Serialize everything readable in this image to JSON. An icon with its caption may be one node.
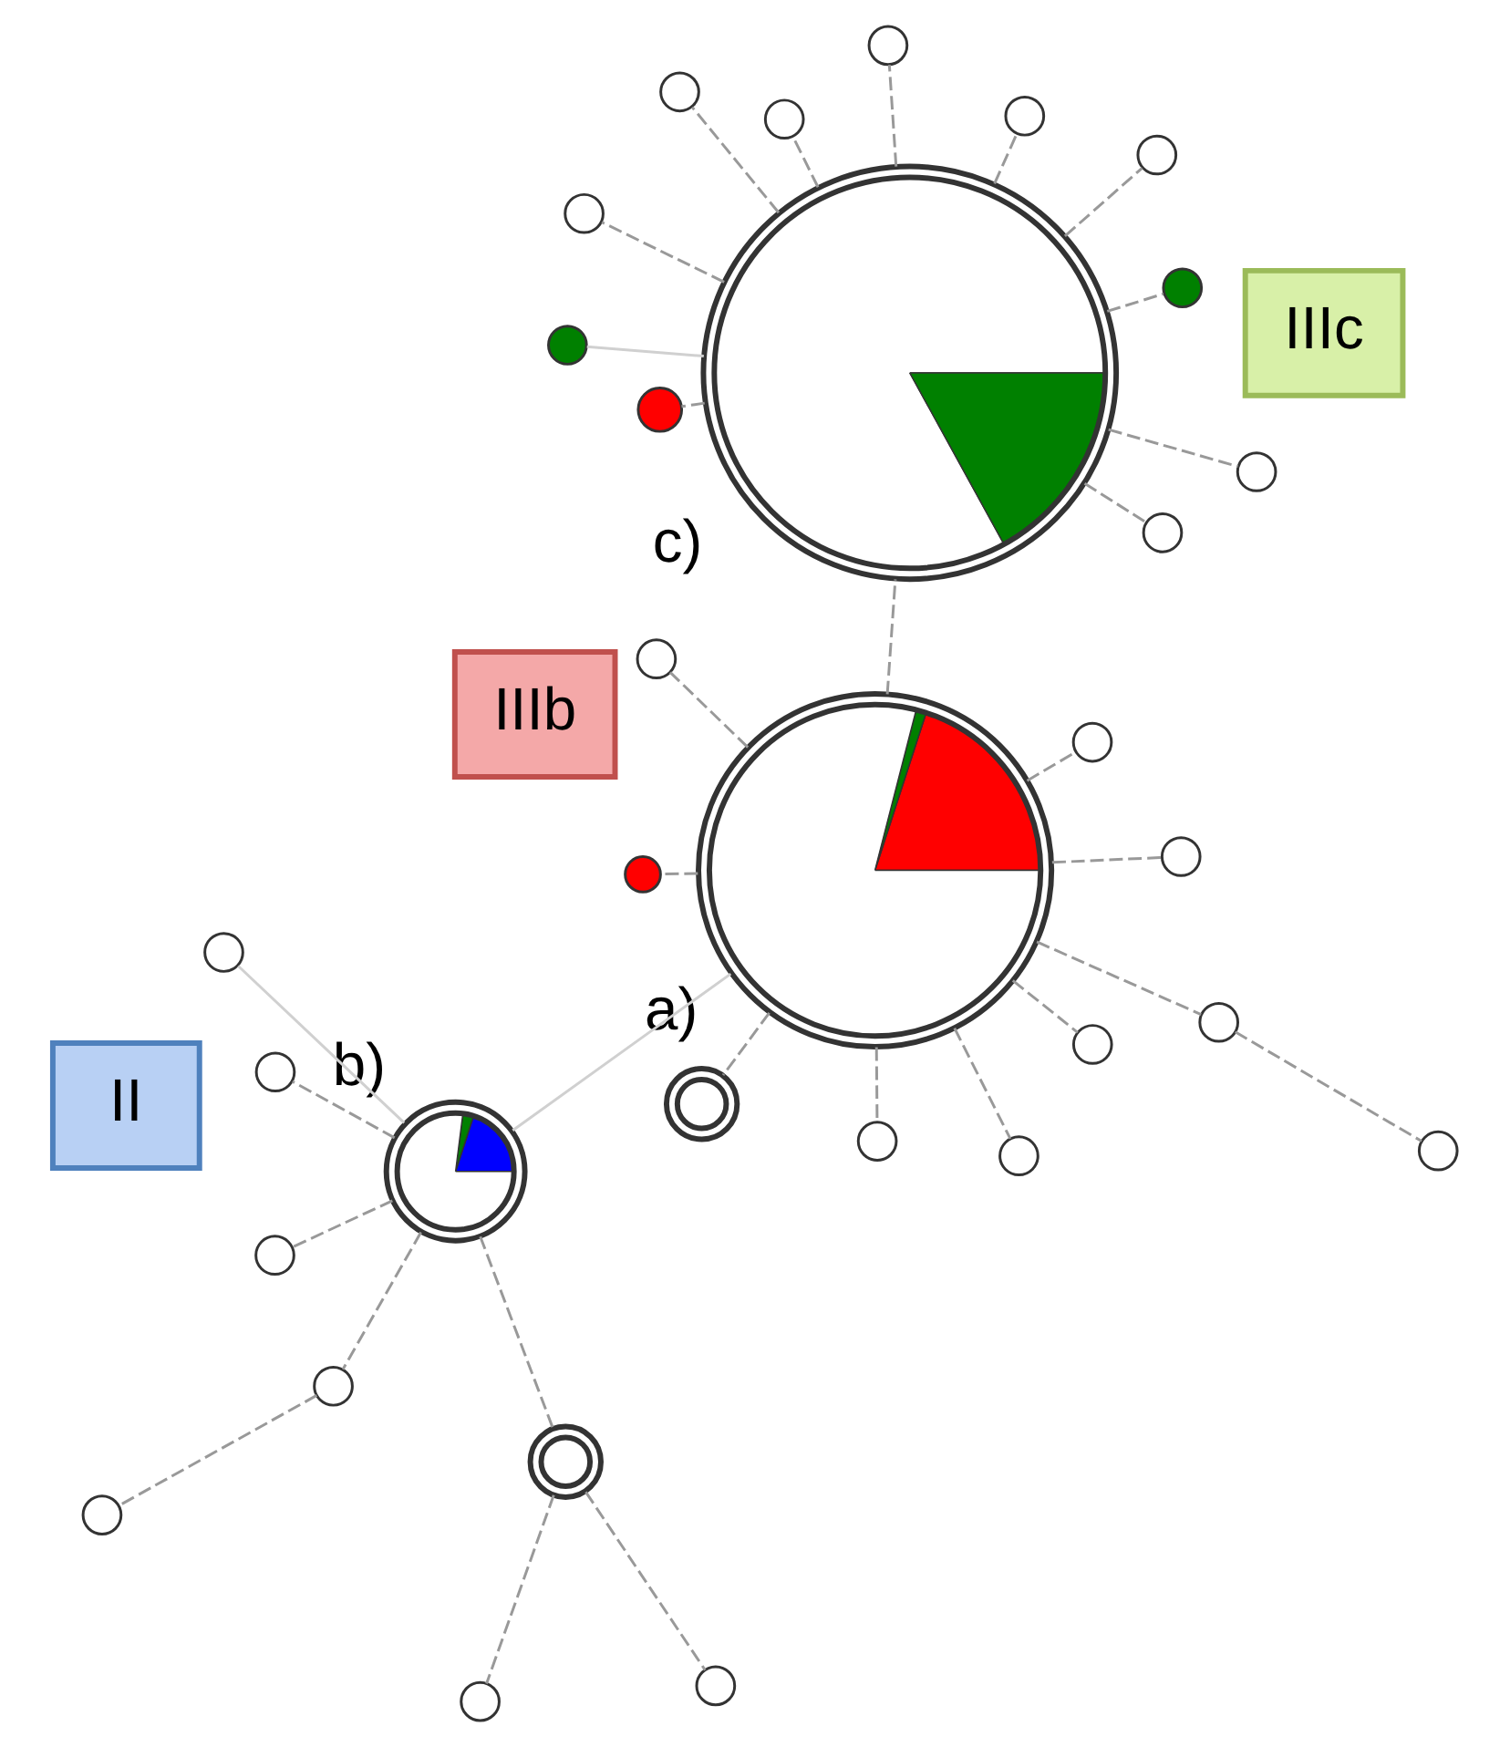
{
  "diagram": {
    "nodes": [
      {
        "text": [],
        "shape": "circle",
        "beside": [
          "a)"
        ]
      },
      {
        "text": [],
        "shape": "circle",
        "beside": [
          "c)"
        ]
      },
      {
        "text": [],
        "shape": "circle",
        "beside": [
          "b)"
        ]
      },
      {
        "text": [
          "IIIb"
        ]
      },
      {
        "text": [
          "IIIc"
        ]
      },
      {
        "text": [
          "II"
        ]
      },
      {
        "text": [],
        "shape": "circle"
      },
      {
        "text": [],
        "shape": "circle"
      },
      {
        "text": [],
        "shape": "circle"
      },
      {
        "text": [],
        "shape": "circle"
      },
      {
        "text": [],
        "shape": "circle"
      },
      {
        "text": [],
        "shape": "circle"
      },
      {
        "text": [],
        "shape": "circle"
      },
      {
        "text": [],
        "shape": "circle"
      },
      {
        "text": [],
        "shape": "circle"
      },
      {
        "text": [],
        "shape": "circle"
      },
      {
        "text": [],
        "shape": "circle"
      },
      {
        "text": [],
        "shape": "circle"
      },
      {
        "text": [],
        "shape": "circle"
      },
      {
        "text": [],
        "shape": "circle"
      },
      {
        "text": [],
        "shape": "circle"
      },
      {
        "text": [],
        "shape": "circle"
      },
      {
        "text": [],
        "shape": "circle"
      },
      {
        "text": [],
        "shape": "circle"
      },
      {
        "text": [],
        "shape": "circle"
      },
      {
        "text": [],
        "shape": "circle"
      },
      {
        "text": [],
        "shape": "circle"
      },
      {
        "text": [],
        "shape": "circle"
      },
      {
        "text": [],
        "shape": "circle"
      },
      {
        "text": [],
        "shape": "circle"
      },
      {
        "text": [],
        "shape": "circle"
      },
      {
        "text": [],
        "shape": "circle"
      },
      {
        "text": [],
        "shape": "circle"
      },
      {
        "text": [],
        "shape": "circle"
      },
      {
        "text": [],
        "shape": "circle"
      }
    ],
    "edges": [
      {
        "from": 0,
        "to": 1,
        "arrow": "none",
        "style": "dashed"
      },
      {
        "from": 0,
        "to": 2,
        "arrow": "none",
        "color": "#d0d0d0"
      },
      {
        "from": 0,
        "to": 6,
        "arrow": "none",
        "style": "dashed"
      },
      {
        "from": 0,
        "to": 7,
        "arrow": "none",
        "style": "dashed"
      },
      {
        "from": 0,
        "to": 8,
        "arrow": "none",
        "style": "dashed"
      },
      {
        "from": 0,
        "to": 9,
        "arrow": "none",
        "style": "dashed"
      },
      {
        "from": 0,
        "to": 10,
        "arrow": "none",
        "style": "dashed"
      },
      {
        "from": 0,
        "to": 11,
        "arrow": "none",
        "style": "dashed"
      },
      {
        "from": 0,
        "to": 12,
        "arrow": "none",
        "style": "dashed"
      },
      {
        "from": 0,
        "to": 13,
        "arrow": "none",
        "style": "dashed"
      },
      {
        "from": 0,
        "to": 14,
        "arrow": "none",
        "style": "dashed"
      },
      {
        "from": 14,
        "to": 15,
        "arrow": "none",
        "style": "dashed"
      },
      {
        "from": 1,
        "to": 16,
        "arrow": "none",
        "style": "dashed"
      },
      {
        "from": 1,
        "to": 17,
        "arrow": "none",
        "style": "dashed"
      },
      {
        "from": 1,
        "to": 18,
        "arrow": "none",
        "style": "dashed"
      },
      {
        "from": 1,
        "to": 19,
        "arrow": "none",
        "style": "dashed"
      },
      {
        "from": 1,
        "to": 20,
        "arrow": "none",
        "style": "dashed"
      },
      {
        "from": 1,
        "to": 21,
        "arrow": "none",
        "color": "#d0d0d0"
      },
      {
        "from": 1,
        "to": 22,
        "arrow": "none",
        "style": "dashed"
      },
      {
        "from": 1,
        "to": 23,
        "arrow": "none",
        "style": "dashed"
      },
      {
        "from": 1,
        "to": 24,
        "arrow": "none",
        "style": "dashed"
      },
      {
        "from": 1,
        "to": 25,
        "arrow": "none",
        "style": "dashed"
      },
      {
        "from": 1,
        "to": 26,
        "arrow": "none",
        "style": "dashed"
      },
      {
        "from": 2,
        "to": 27,
        "arrow": "none",
        "style": "dashed"
      },
      {
        "from": 2,
        "to": 28,
        "arrow": "none",
        "style": "dashed"
      },
      {
        "from": 28,
        "to": 29,
        "arrow": "none",
        "style": "dashed"
      },
      {
        "from": 28,
        "to": 30,
        "arrow": "none",
        "style": "dashed"
      },
      {
        "from": 2,
        "to": 31,
        "arrow": "none",
        "style": "dashed"
      },
      {
        "from": 31,
        "to": 32,
        "arrow": "none",
        "style": "dashed"
      },
      {
        "from": 2,
        "to": 33,
        "arrow": "none",
        "color": "#d0d0d0"
      },
      {
        "from": 2,
        "to": 34,
        "arrow": "none",
        "style": "dashed"
      }
    ]
  }
}
